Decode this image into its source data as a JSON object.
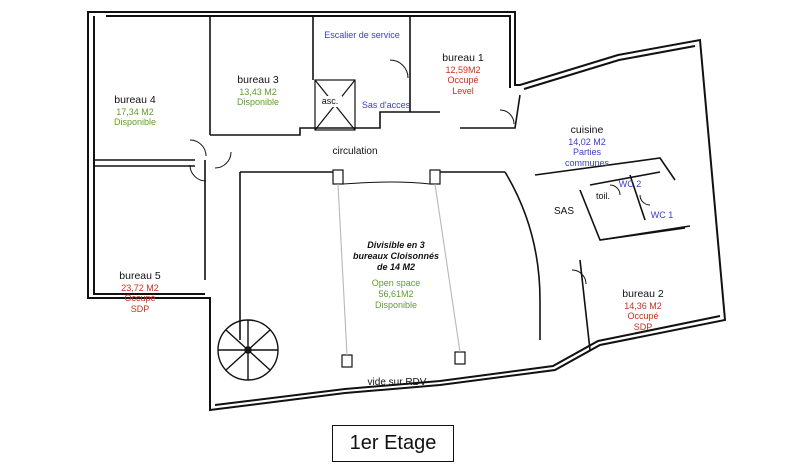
{
  "colors": {
    "wall": "#111111",
    "green": "#5e9e2a",
    "red": "#d42a1a",
    "blue": "#3a3ad6"
  },
  "title": "1er Etage",
  "rooms": {
    "bureau4": {
      "name": "bureau 4",
      "area": "17,34 M2",
      "status": "Disponible",
      "status_color": "green"
    },
    "bureau3": {
      "name": "bureau 3",
      "area": "13,43 M2",
      "status": "Disponible",
      "status_color": "green"
    },
    "bureau1": {
      "name": "bureau 1",
      "area": "12,59M2",
      "status": "Occupé",
      "tenant": "Level",
      "status_color": "red"
    },
    "cuisine": {
      "name": "cuisine",
      "area": "14,02 M2",
      "status_line1": "Parties",
      "status_line2": "communes",
      "status_color": "blue"
    },
    "bureau5": {
      "name": "bureau 5",
      "area": "23,72 M2",
      "status": "Occupé",
      "tenant": "SDP",
      "status_color": "red"
    },
    "bureau2": {
      "name": "bureau 2",
      "area": "14,36 M2",
      "status": "Occupé",
      "tenant": "SDP",
      "status_color": "red"
    },
    "openspace": {
      "note_line1": "Divisible en 3",
      "note_line2": "bureaux Cloisonnés",
      "note_line3": "de 14 M2",
      "name": "Open space",
      "area": "56,61M2",
      "status": "Disponible",
      "status_color": "green"
    }
  },
  "labels": {
    "escalier": "Escalier de service",
    "sas_acces": "Sas d'acces",
    "asc": "asc.",
    "circulation": "circulation",
    "wc2": "WC 2",
    "wc1": "WC 1",
    "toil": "toil.",
    "sas": "SAS",
    "vide": "vide sur RDV"
  }
}
